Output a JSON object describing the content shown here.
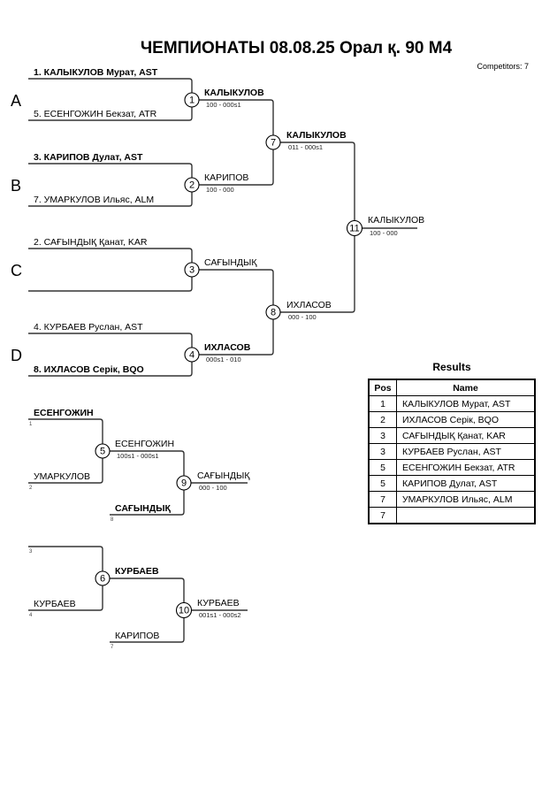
{
  "header": {
    "title": "ЧЕМПИОНАТЫ   08.08.25  Орал қ.   90  М4",
    "competitors": "Competitors: 7"
  },
  "groups": [
    "A",
    "B",
    "C",
    "D"
  ],
  "main_bracket": {
    "entrants": [
      {
        "label": "1. КАЛЫКУЛОВ Мурат, AST",
        "bold": true
      },
      {
        "label": "5. ЕСЕНГОЖИН Бекзат, ATR",
        "bold": false
      },
      {
        "label": "3. КАРИПОВ Дулат, AST",
        "bold": true
      },
      {
        "label": "7. УМАРКУЛОВ Ильяс, ALM",
        "bold": false
      },
      {
        "label": "2. САҒЫНДЫҚ Қанат, KAR",
        "bold": false
      },
      {
        "label": "",
        "bold": false
      },
      {
        "label": "4. КУРБАЕВ Руслан, AST",
        "bold": false
      },
      {
        "label": "8. ИХЛАСОВ Серік, BQO",
        "bold": true
      }
    ],
    "matches": [
      {
        "num": "1",
        "winner": "КАЛЫКУЛОВ",
        "score": "100 - 000s1",
        "bold": true
      },
      {
        "num": "2",
        "winner": "КАРИПОВ",
        "score": "100 - 000",
        "bold": false
      },
      {
        "num": "3",
        "winner": "САҒЫНДЫҚ",
        "score": "",
        "bold": false
      },
      {
        "num": "4",
        "winner": "ИХЛАСОВ",
        "score": "000s1 - 010",
        "bold": true
      },
      {
        "num": "7",
        "winner": "КАЛЫКУЛОВ",
        "score": "011 - 000s1",
        "bold": true
      },
      {
        "num": "8",
        "winner": "ИХЛАСОВ",
        "score": "000 - 100",
        "bold": false
      },
      {
        "num": "11",
        "winner": "КАЛЫКУЛОВ",
        "score": "100 - 000",
        "bold": false
      }
    ]
  },
  "repechage": [
    {
      "entrants": [
        {
          "label": "ЕСЕНГОЖИН",
          "seed": "1",
          "bold": true
        },
        {
          "label": "УМАРКУЛОВ",
          "seed": "2",
          "bold": false
        },
        {
          "label": "САҒЫНДЫҚ",
          "seed": "8",
          "bold": true
        }
      ],
      "matches": [
        {
          "num": "5",
          "winner": "ЕСЕНГОЖИН",
          "score": "100s1 - 000s1",
          "bold": false
        },
        {
          "num": "9",
          "winner": "САҒЫНДЫҚ",
          "score": "000 - 100",
          "bold": false
        }
      ]
    },
    {
      "entrants": [
        {
          "label": "",
          "seed": "3",
          "bold": false
        },
        {
          "label": "КУРБАЕВ",
          "seed": "4",
          "bold": false
        },
        {
          "label": "КАРИПОВ",
          "seed": "7",
          "bold": false
        }
      ],
      "matches": [
        {
          "num": "6",
          "winner": "КУРБАЕВ",
          "score": "",
          "bold": true
        },
        {
          "num": "10",
          "winner": "КУРБАЕВ",
          "score": "001s1 - 000s2",
          "bold": false
        }
      ]
    }
  ],
  "results": {
    "title": "Results",
    "headers": [
      "Pos",
      "Name"
    ],
    "rows": [
      {
        "pos": "1",
        "name": "КАЛЫКУЛОВ Мурат, AST"
      },
      {
        "pos": "2",
        "name": "ИХЛАСОВ Серік, BQO"
      },
      {
        "pos": "3",
        "name": "САҒЫНДЫҚ Қанат, KAR"
      },
      {
        "pos": "3",
        "name": "КУРБАЕВ Руслан, AST"
      },
      {
        "pos": "5",
        "name": "ЕСЕНГОЖИН Бекзат, ATR"
      },
      {
        "pos": "5",
        "name": "КАРИПОВ Дулат, AST"
      },
      {
        "pos": "7",
        "name": "УМАРКУЛОВ Ильяс, ALM"
      },
      {
        "pos": "7",
        "name": ""
      }
    ]
  }
}
